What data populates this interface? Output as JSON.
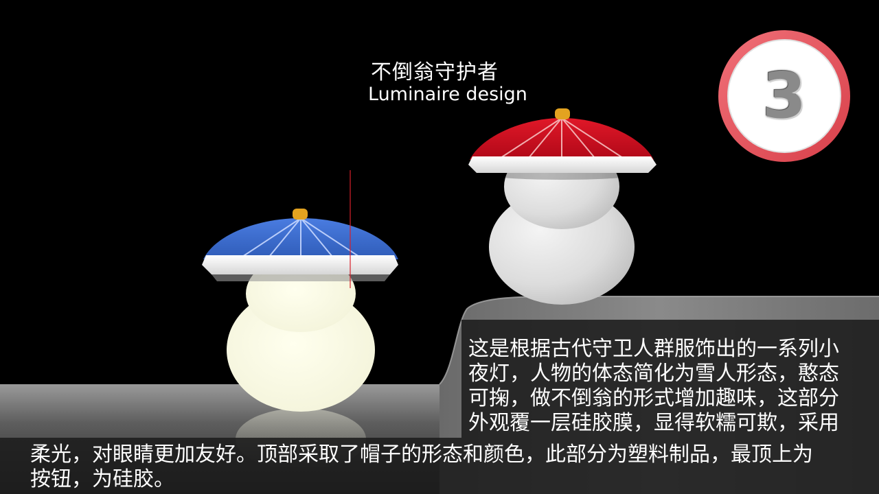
{
  "title": {
    "chinese": "不倒翁守护者",
    "english": "Luminaire design"
  },
  "badge": {
    "number": "3",
    "ring_color": "#e8535a"
  },
  "description": {
    "right_lines": [
      "这是根据古代守卫人群服饰出的一系列小",
      "夜灯，人物的体态简化为雪人形态，憨态",
      "可掬，做不倒翁的形式增加趣味，这部分",
      "外观覆一层硅胶膜，显得软糯可欺，采用"
    ],
    "bottom_lines": [
      "柔光，对眼睛更加友好。顶部采取了帽子的形态和颜色，此部分为塑料制品，最顶上为",
      "按钮，为硅胶。"
    ]
  },
  "colors": {
    "background": "#000000",
    "blue_hat": "#3f6fd0",
    "red_hat": "#cc1020",
    "knob": "#e0a020",
    "glow_body": "#fbfbe6",
    "white_body": "#e4e4e4"
  }
}
